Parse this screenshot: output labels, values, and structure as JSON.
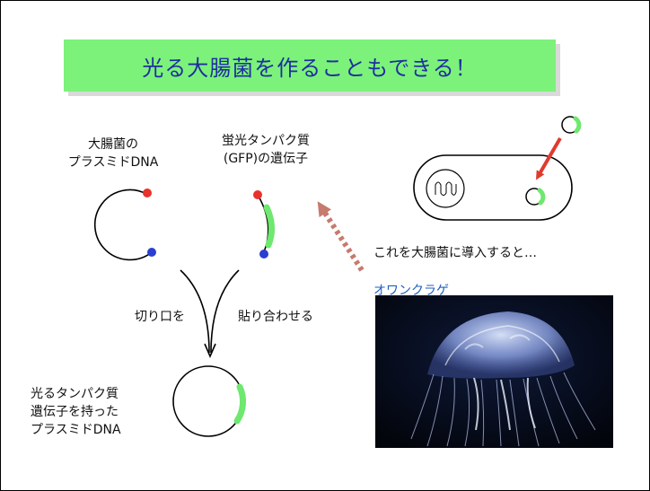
{
  "slide": {
    "title": "光る大腸菌を作ることもできる！",
    "plasmid_label_line1": "大腸菌の",
    "plasmid_label_line2": "プラスミドDNA",
    "gfp_label_line1": "蛍光タンパク質",
    "gfp_label_line2": "(GFP)の遺伝子",
    "cut_label": "切り口を",
    "paste_label": "貼り合わせる",
    "result_line1": "光るタンパク質",
    "result_line2": "遺伝子を持った",
    "result_line3": "プラスミドDNA",
    "insert_caption": "これを大腸菌に導入すると…",
    "jellyfish_label": "オワンクラゲ"
  },
  "colors": {
    "title_bg": "#7CF27A",
    "title_text": "#1f2fa0",
    "gfp_green": "#6EE86E",
    "cut_red": "#e8322b",
    "cut_blue": "#2a3fd0",
    "arrow_red": "#e03a2e",
    "arrow_dashed": "#c77a6e",
    "jelly_label": "#1f5fbf"
  }
}
